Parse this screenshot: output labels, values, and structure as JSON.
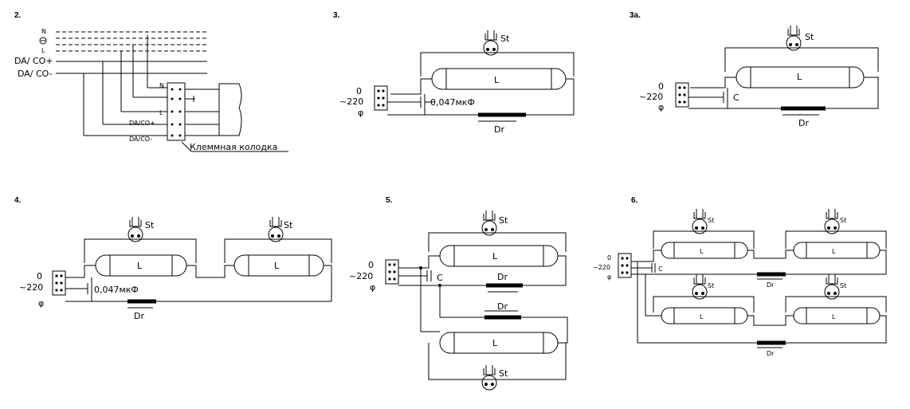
{
  "diagrams": {
    "d2": {
      "number": "2.",
      "n": "N",
      "l": "L",
      "da_plus": "DA/ CO+",
      "da_minus": "DA/ CO-",
      "blk_n": "N",
      "blk_l": "L",
      "blk_da_plus": "DA/CO+",
      "blk_da_minus": "DA/CO-",
      "terminal": "Клеммная колодка"
    },
    "d3": {
      "number": "3.",
      "st": "St",
      "lamp": "L",
      "zero": "0",
      "v220": "~220",
      "phi": "φ",
      "cap": "0,047мкФ",
      "dr": "Dr"
    },
    "d3a": {
      "number": "3a.",
      "st": "St",
      "lamp": "L",
      "zero": "0",
      "v220": "~220",
      "phi": "φ",
      "cap": "C",
      "dr": "Dr"
    },
    "d4": {
      "number": "4.",
      "st1": "St",
      "st2": "St",
      "lamp1": "L",
      "lamp2": "L",
      "zero": "0",
      "v220": "~220",
      "phi": "φ",
      "cap": "0,047мкФ",
      "dr": "Dr"
    },
    "d5": {
      "number": "5.",
      "st1": "St",
      "st2": "St",
      "lamp1": "L",
      "lamp2": "L",
      "zero": "0",
      "v220": "~220",
      "phi": "φ",
      "cap": "C",
      "dr1": "Dr",
      "dr2": "Dr"
    },
    "d6": {
      "number": "6.",
      "st1": "St",
      "st2": "St",
      "st3": "St",
      "st4": "St",
      "lamp1": "L",
      "lamp2": "L",
      "lamp3": "L",
      "lamp4": "L",
      "zero": "0",
      "v220": "~220",
      "phi": "φ",
      "cap": "C",
      "dr1": "Dr",
      "dr2": "Dr"
    }
  }
}
